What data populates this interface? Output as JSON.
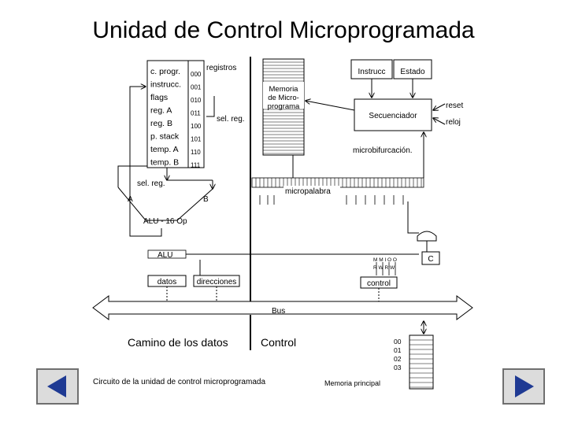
{
  "title": "Unidad de Control Microprogramada",
  "registers": {
    "header": "registros",
    "names": [
      "c. progr.",
      "instrucc.",
      "flags",
      "reg. A",
      "reg. B",
      "p. stack",
      "temp. A",
      "temp. B"
    ],
    "codes": [
      "000",
      "001",
      "010",
      "011",
      "100",
      "101",
      "110",
      "111"
    ]
  },
  "labels": {
    "sel_reg_right": "sel. reg.",
    "memoria": [
      "Memoria",
      "de Micro-",
      "programa"
    ],
    "instrucc": "Instrucc",
    "estado": "Estado",
    "secuenciador": "Secuenciador",
    "reset": "reset",
    "reloj": "reloj",
    "microbifurcacion": "microbifurcación.",
    "micropalabra": "micropalabra",
    "sel_reg_left": "sel. reg.",
    "a": "A",
    "b": "B",
    "alu_ops": "ALU - 16 Op",
    "alu": "ALU",
    "c": "C",
    "mm_top": "M M I O O",
    "mm_bottom": "R W R W",
    "datos": "datos",
    "direcciones": "direcciones",
    "control": "control",
    "bus": "Bus",
    "camino": "Camino de los datos",
    "control_big": "Control",
    "mem_addresses": [
      "00",
      "01",
      "02",
      "03"
    ],
    "caption": "Circuito de la unidad de control microprogramada",
    "memoria_principal": "Memoria principal"
  },
  "nav": {
    "prev_icon": "triangle-left-icon",
    "next_icon": "triangle-right-icon"
  }
}
